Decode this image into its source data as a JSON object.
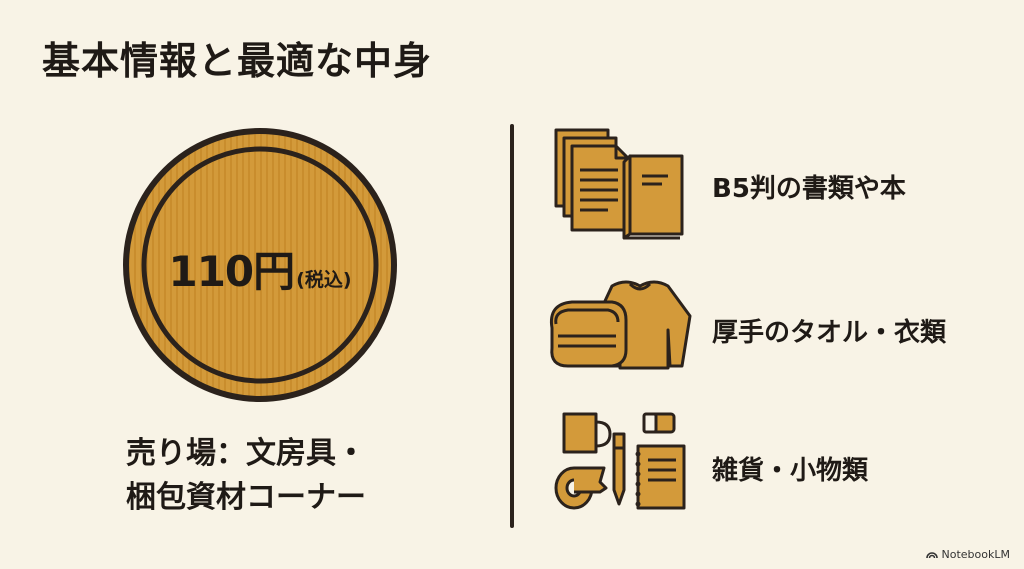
{
  "title": "基本情報と最適な中身",
  "price": {
    "amount": "110円",
    "tax_note": "(税込)"
  },
  "location": {
    "line1": "売り場：文房具・",
    "line2": "梱包資材コーナー"
  },
  "items": [
    {
      "label": "B5判の書類や本",
      "icon": "documents-and-book-icon"
    },
    {
      "label": "厚手のタオル・衣類",
      "icon": "towel-and-sweater-icon"
    },
    {
      "label": "雑貨・小物類",
      "icon": "mug-tape-pen-notebook-icon"
    }
  ],
  "brand": "NotebookLM",
  "colors": {
    "background": "#f8f3e6",
    "accent": "#d39a3a",
    "outline": "#2b221c"
  }
}
